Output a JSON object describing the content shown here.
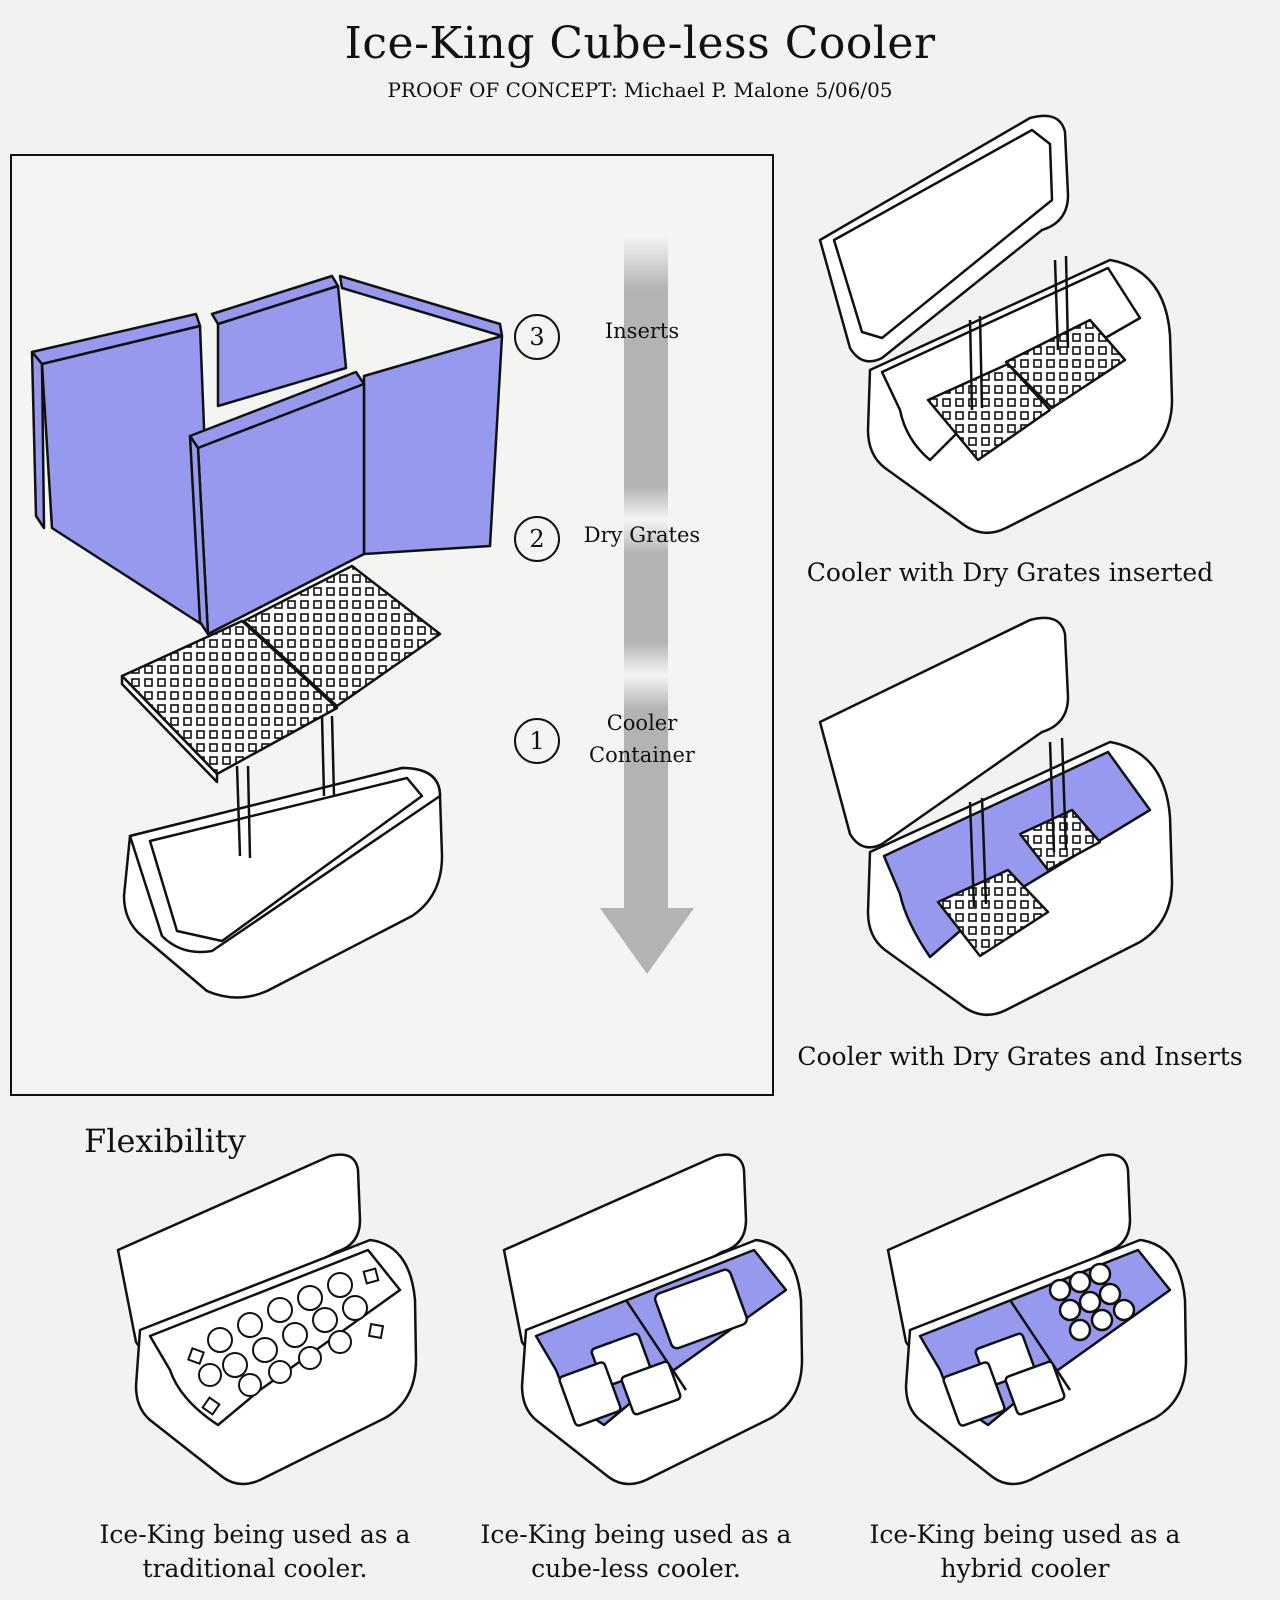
{
  "header": {
    "title": "Ice-King Cube-less Cooler",
    "subtitle": "PROOF OF CONCEPT: Michael P. Malone 5/06/05"
  },
  "exploded_view": {
    "steps": [
      {
        "number": "3",
        "label": "Inserts"
      },
      {
        "number": "2",
        "label": "Dry Grates"
      },
      {
        "number": "1",
        "label": "Cooler\nContainer"
      }
    ]
  },
  "captions": {
    "grates_inserted": "Cooler with Dry Grates inserted",
    "grates_and_inserts": "Cooler with Dry Grates and Inserts"
  },
  "flexibility": {
    "heading": "Flexibility",
    "examples": [
      {
        "caption": "Ice-King being used as a traditional cooler."
      },
      {
        "caption": "Ice-King being used as a cube-less cooler."
      },
      {
        "caption": "Ice-King being used as a hybrid cooler"
      }
    ]
  },
  "colors": {
    "insert_fill": "#9799ee",
    "arrow_fill": "#b3b3b3",
    "line": "#111111",
    "background": "#f2f2f0"
  }
}
